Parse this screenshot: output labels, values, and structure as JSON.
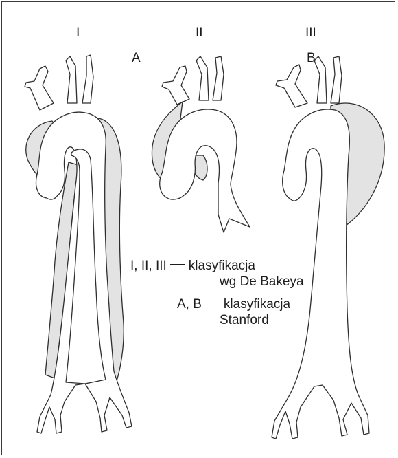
{
  "types": [
    {
      "debakey": "I",
      "stanford": "A"
    },
    {
      "debakey": "II",
      "stanford": ""
    },
    {
      "debakey": "III",
      "stanford": "B"
    }
  ],
  "legend": {
    "debakey_symbols": "I, II, III",
    "debakey_text_1": "klasyfikacja",
    "debakey_text_2": "wg De Bakeya",
    "stanford_symbols": "A, B",
    "stanford_text_1": "klasyfikacja",
    "stanford_text_2": "Stanford"
  },
  "colors": {
    "false_lumen_fill": "#e3e3e3",
    "outline": "#2e2e2e",
    "frame": "#3a3a3a"
  }
}
